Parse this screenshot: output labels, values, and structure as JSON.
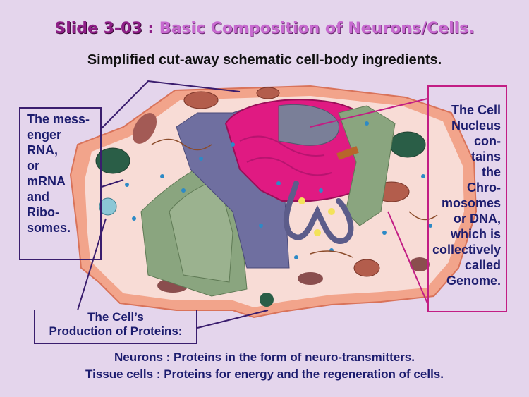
{
  "slide": {
    "number": "Slide 3-03",
    "separator": " : ",
    "title": "Basic Composition of Neurons/Cells.",
    "subtitle": "Simplified cut-away schematic cell-body ingredients."
  },
  "labels": {
    "mrna": [
      "The mess-",
      "enger",
      "RNA,",
      "or",
      "mRNA",
      "and",
      "Ribo-",
      "somes."
    ],
    "nucleus": [
      "The Cell",
      "Nucleus",
      "con-",
      "tains",
      "the",
      "Chro-",
      "mosomes",
      "or DNA,",
      "which is",
      "collectively",
      "called",
      "Genome."
    ],
    "proteins": [
      "The Cell’s",
      "Production of Proteins:"
    ]
  },
  "footer": {
    "line1": "Neurons : Proteins in the form of neuro-transmitters.",
    "line2": "Tissue cells : Proteins for energy and the regeneration of cells."
  },
  "colors": {
    "background": "#e4d5ec",
    "cell_membrane": "#f2a48b",
    "cytoplasm": "#f8dcd6",
    "nucleus": "#e01a82",
    "golgi": "#8aa57f",
    "er": "#6f6fa0",
    "mitochondria": "#b35d4c",
    "title_accent": "#8e1f87"
  }
}
